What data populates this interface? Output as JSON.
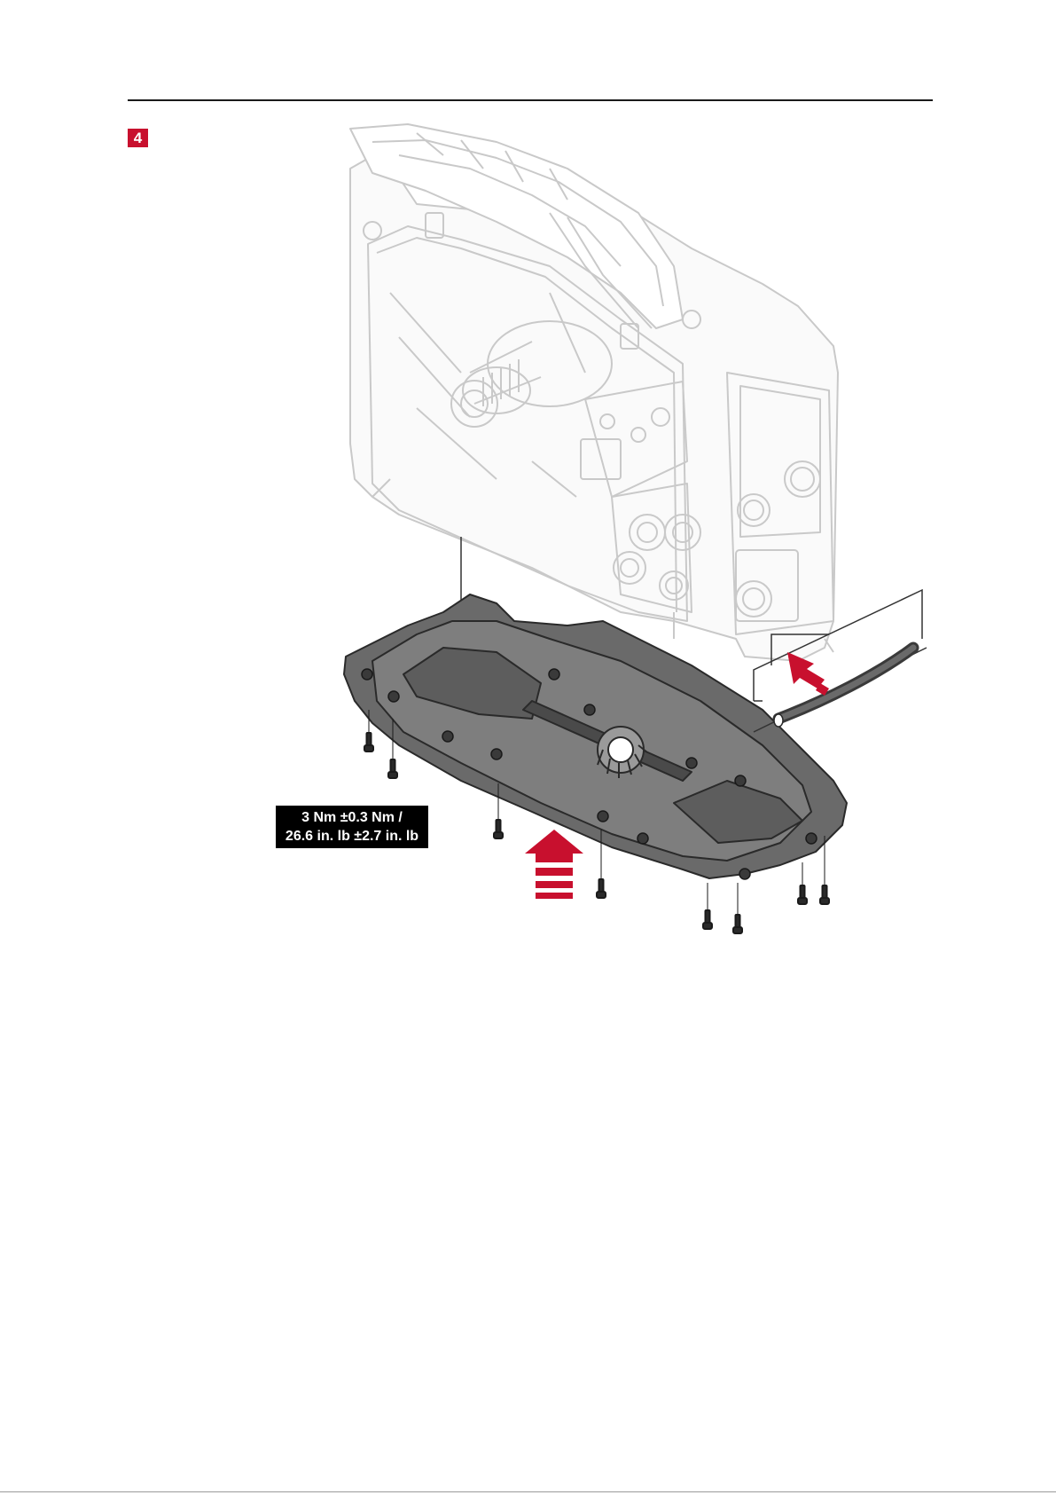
{
  "step": {
    "number": "4"
  },
  "torque": {
    "line1": "3 Nm ±0.3 Nm /",
    "line2": "26.6 in. lb ±2.7 in. lb"
  },
  "colors": {
    "accent": "#c8102e",
    "label_bg": "#000000",
    "label_text": "#ffffff",
    "part_dark": "#555555",
    "machine_outline": "#c9c9c9"
  },
  "icons": {
    "up_arrow": "red-up-arrow-icon",
    "diagonal_arrow": "red-diagonal-arrow-icon",
    "screw": "screw-icon"
  }
}
